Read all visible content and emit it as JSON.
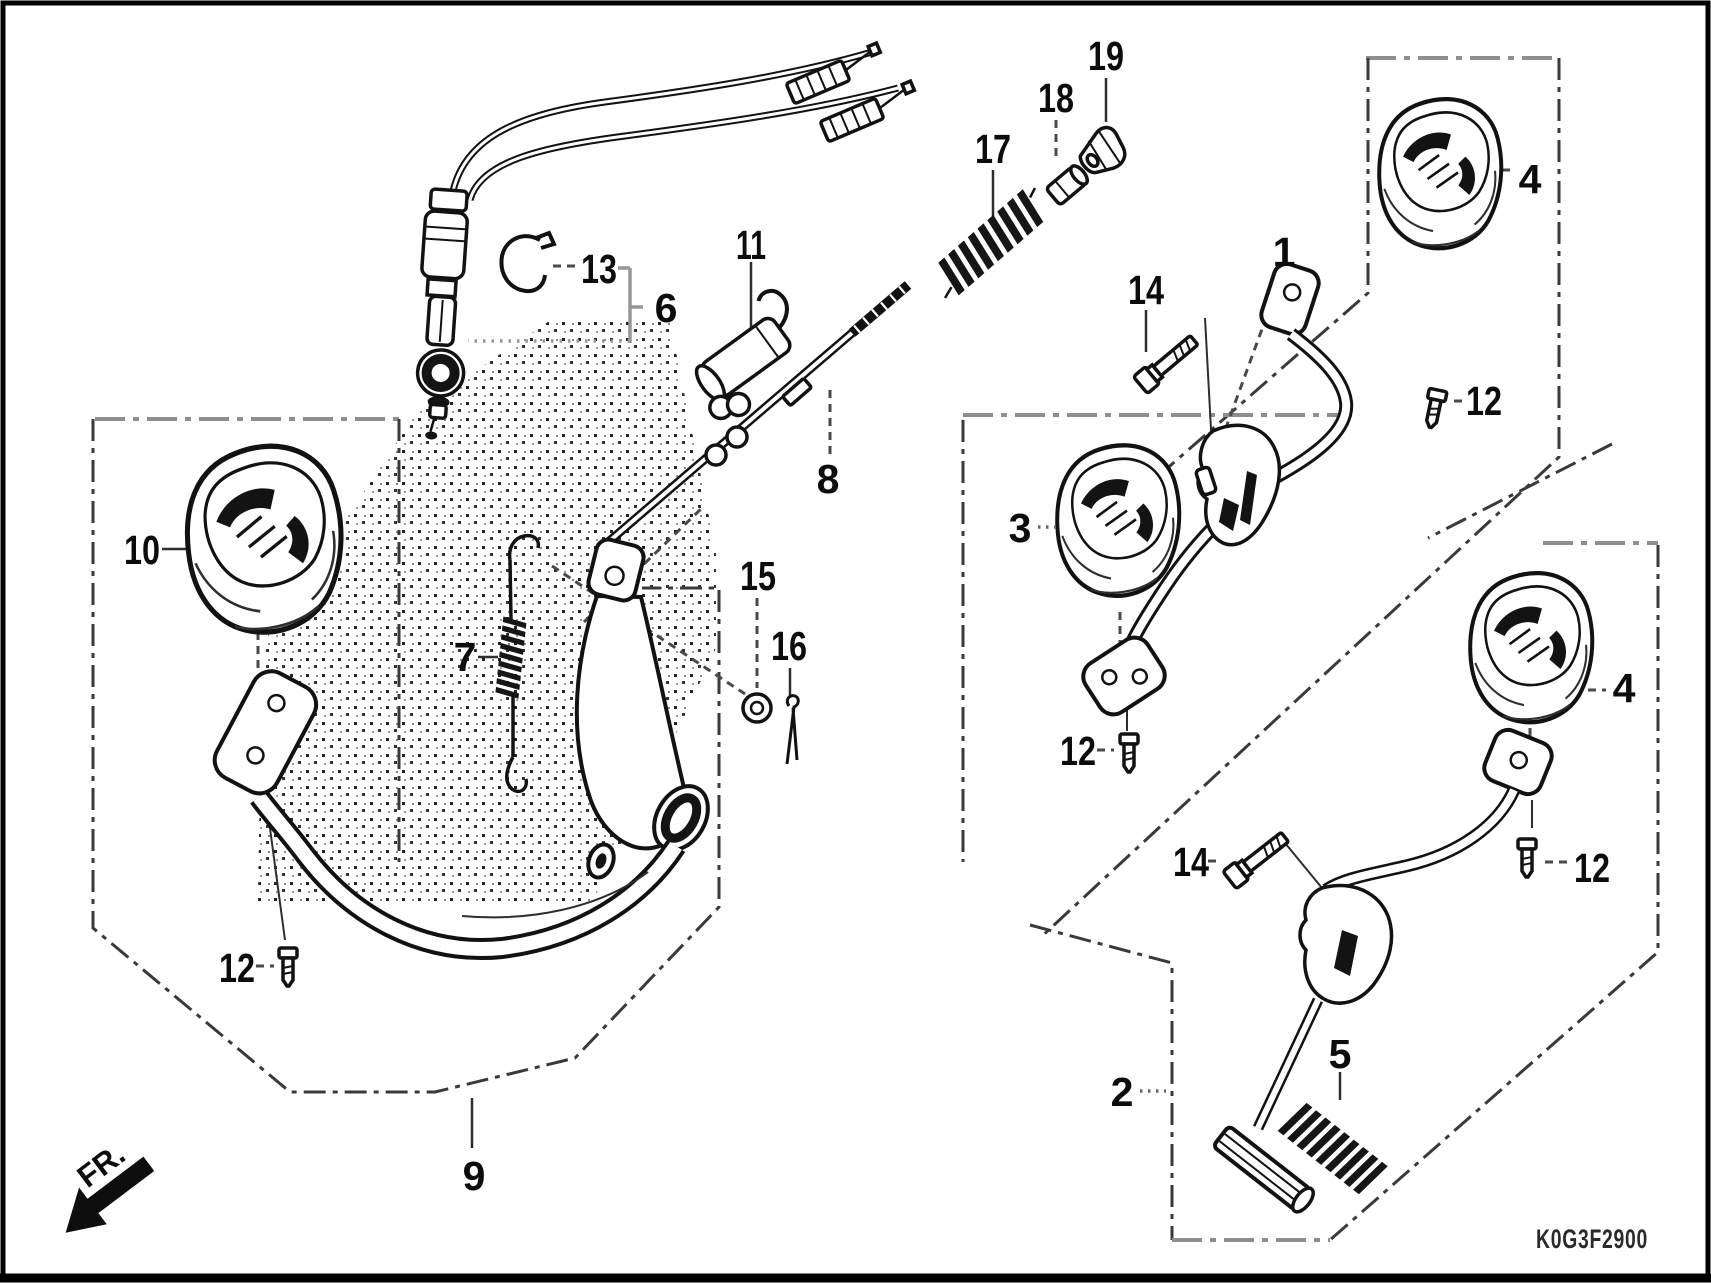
{
  "drawing": {
    "code": "K0G3F2900",
    "front_marker": "FR.",
    "colors": {
      "background": "#ffffff",
      "ink": "#121212"
    },
    "callouts": {
      "c1": "1",
      "c2": "2",
      "c3": "3",
      "c4_top": "4",
      "c4_bottom": "4",
      "c5": "5",
      "c6": "6",
      "c7": "7",
      "c8": "8",
      "c9": "9",
      "c10": "10",
      "c11": "11",
      "c12_top_right": "12",
      "c12_mid_right": "12",
      "c12_left": "12",
      "c12_bottom_right": "12",
      "c13": "13",
      "c14_top": "14",
      "c14_bottom": "14",
      "c15": "15",
      "c16": "16",
      "c17": "17",
      "c18": "18",
      "c19": "19"
    }
  }
}
